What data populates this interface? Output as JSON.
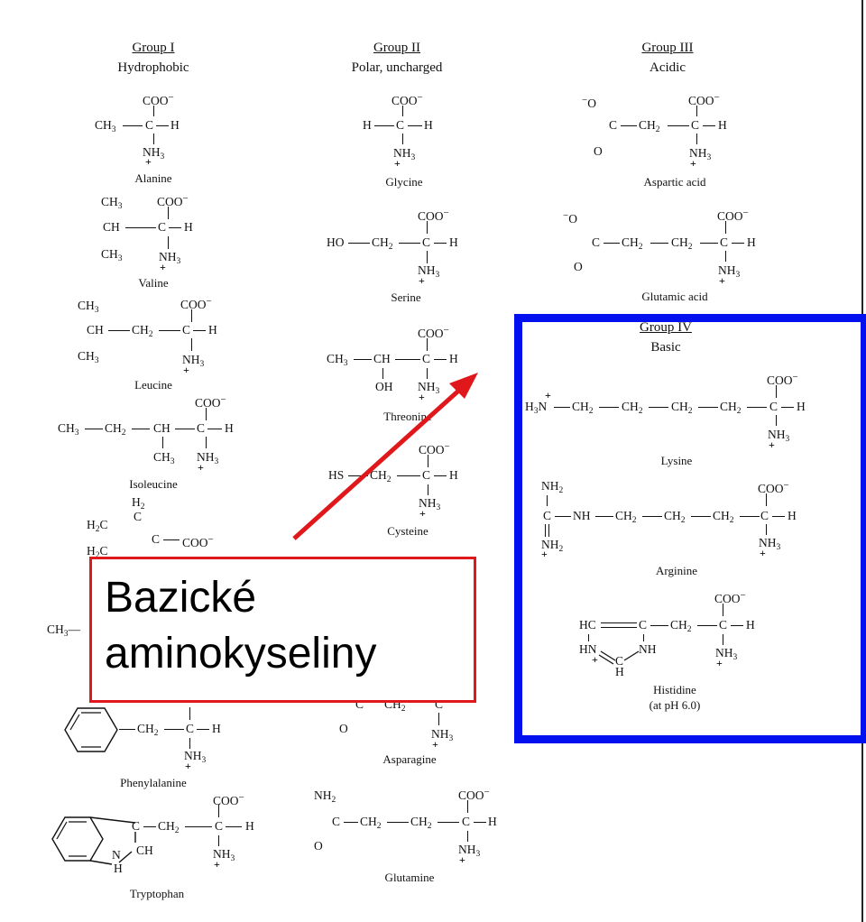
{
  "groups": [
    {
      "title": "Group I",
      "subtitle": "Hydrophobic"
    },
    {
      "title": "Group II",
      "subtitle": "Polar, uncharged"
    },
    {
      "title": "Group III",
      "subtitle": "Acidic"
    },
    {
      "title": "Group IV",
      "subtitle": "Basic"
    }
  ],
  "group1": [
    "Alanine",
    "Valine",
    "Leucine",
    "Isoleucine",
    "Phenylalanine",
    "Tryptophan"
  ],
  "group2": [
    "Glycine",
    "Serine",
    "Threonine",
    "Cysteine",
    "Asparagine",
    "Glutamine"
  ],
  "group3": [
    "Aspartic acid",
    "Glutamic acid"
  ],
  "group4": [
    "Lysine",
    "Arginine",
    "Histidine",
    "(at pH 6.0)"
  ],
  "callout": {
    "line1": "Bazické",
    "line2": "aminokyseliny"
  },
  "colors": {
    "box": "#0010ee",
    "callout_border": "#e0181c",
    "arrow": "#e0181c"
  }
}
